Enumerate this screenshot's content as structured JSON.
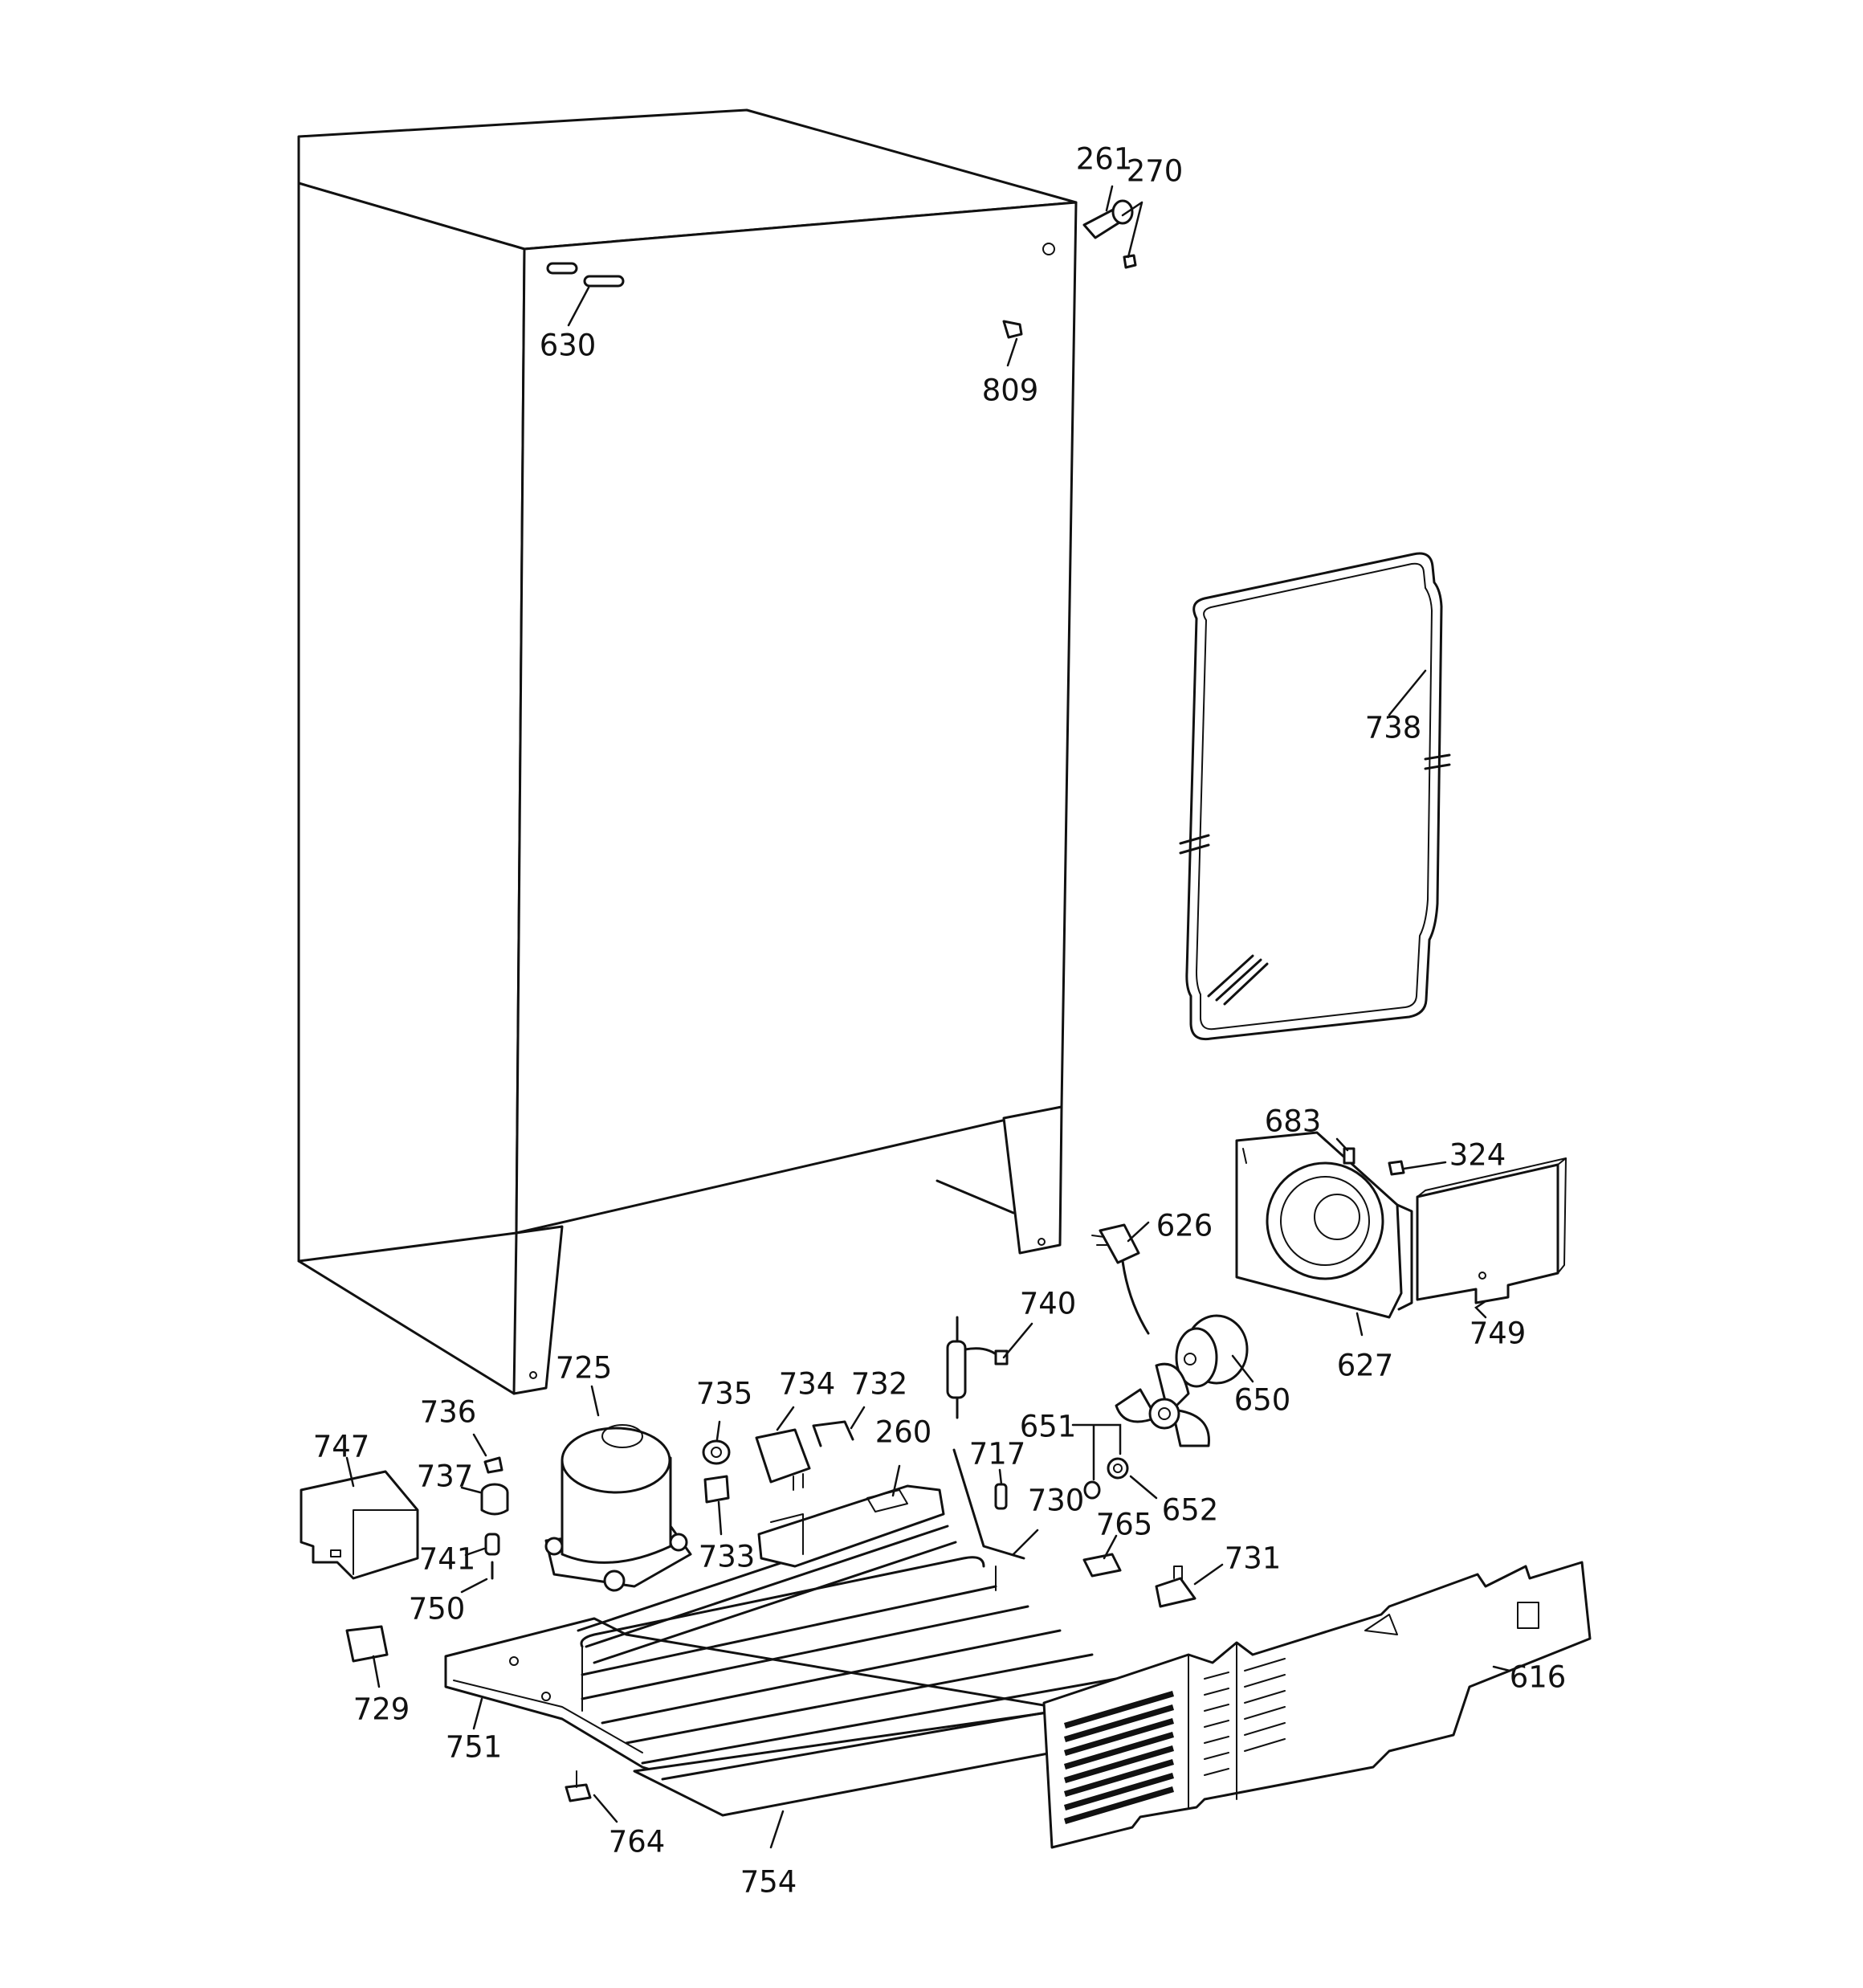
{
  "diagram": {
    "labels": {
      "p261": "261",
      "p270": "270",
      "p630": "630",
      "p809": "809",
      "p738": "738",
      "p683": "683",
      "p324": "324",
      "p626": "626",
      "p749": "749",
      "p627": "627",
      "p740": "740",
      "p650": "650",
      "p725": "725",
      "p735": "735",
      "p734": "734",
      "p732": "732",
      "p736": "736",
      "p747": "747",
      "p260": "260",
      "p651": "651",
      "p717": "717",
      "p737": "737",
      "p652": "652",
      "p730": "730",
      "p733": "733",
      "p765": "765",
      "p741": "741",
      "p731": "731",
      "p750": "750",
      "p616": "616",
      "p729": "729",
      "p751": "751",
      "p764": "764",
      "p754": "754"
    }
  }
}
